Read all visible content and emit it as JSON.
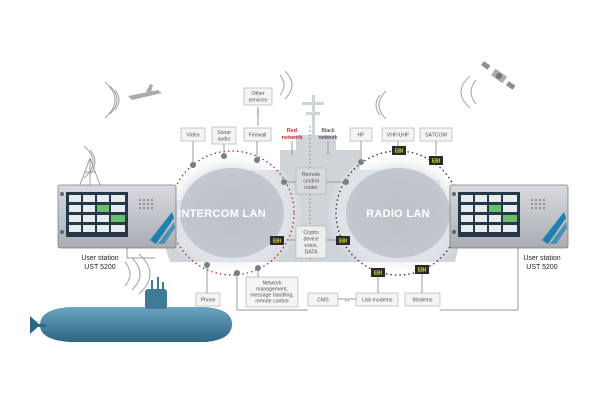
{
  "diagram": {
    "lans": {
      "intercom": "INTERCOM LAN",
      "radio": "RADIO LAN"
    },
    "stations": {
      "left": {
        "line1": "User station",
        "line2": "UST 5200"
      },
      "right": {
        "line1": "User station",
        "line2": "UST 5200"
      }
    },
    "top_services": {
      "video": "Video",
      "sonar_line1": "Sonar",
      "sonar_line2": "audio",
      "firewall": "Firewall",
      "other_line1": "Other",
      "other_line2": "services",
      "red_line1": "Red",
      "red_line2": "network",
      "black_line1": "Black",
      "black_line2": "network",
      "hf": "HF",
      "vhf": "VHF/UHF",
      "satcom": "SATCOM"
    },
    "center": {
      "remote_line1": "Remote",
      "remote_line2": "control",
      "remote_line3": "router",
      "crypto_line1": "Crypto",
      "crypto_line2": "device",
      "crypto_line3": "voice,",
      "crypto_line4": "DATA"
    },
    "bottom_services": {
      "phone": "Phone",
      "netmgmt_line1": "Network",
      "netmgmt_line2": "management,",
      "netmgmt_line3": "message handling,",
      "netmgmt_line4": "remote control",
      "cms": "CMS",
      "link_modems": "Link modems",
      "modems": "Modems"
    },
    "ebi_label": "EBI",
    "brand_color": "#1f7fb0"
  }
}
